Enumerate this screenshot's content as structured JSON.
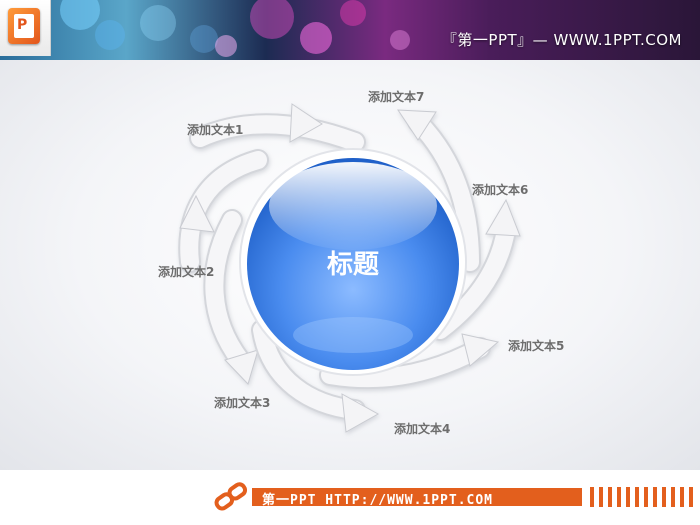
{
  "header": {
    "site_text": "『第一PPT』— WWW.1PPT.COM"
  },
  "diagram": {
    "center_title": "标题",
    "items": [
      {
        "label": "添加文本1"
      },
      {
        "label": "添加文本2"
      },
      {
        "label": "添加文本3"
      },
      {
        "label": "添加文本4"
      },
      {
        "label": "添加文本5"
      },
      {
        "label": "添加文本6"
      },
      {
        "label": "添加文本7"
      }
    ]
  },
  "footer": {
    "text": "第一PPT HTTP://WWW.1PPT.COM"
  },
  "colors": {
    "accent": "#e35f1d",
    "sphere": "#3b7fe6",
    "arrow": "#efeff1"
  }
}
